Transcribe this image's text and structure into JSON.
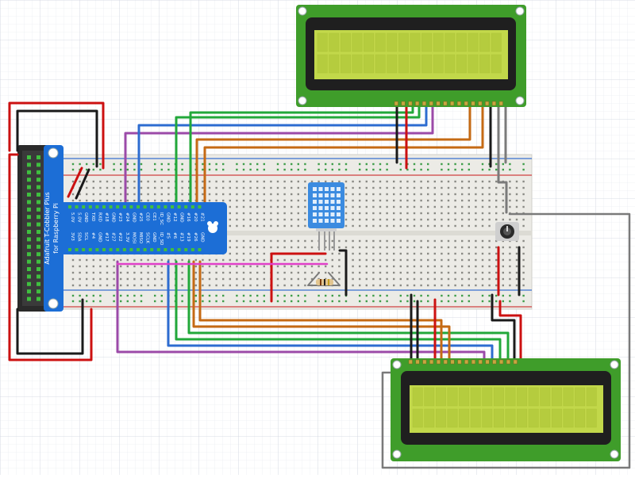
{
  "cobbler": {
    "title_line1": "Adafruit T-Cobbler Plus",
    "title_line2": "for Raspberry Pi",
    "pins_top": [
      "5.0V",
      "5.0V",
      "GND",
      "TXD",
      "RXD",
      "#18",
      "GND",
      "#23",
      "#24",
      "GND",
      "#25",
      "CE0",
      "CE1",
      "ID_SC",
      "GND",
      "#12",
      "GND",
      "#16",
      "#20",
      "#21"
    ],
    "pins_bottom": [
      "3V3",
      "SDA",
      "SCL",
      "#4",
      "GND",
      "#17",
      "#27",
      "#22",
      "3.3V",
      "MOSI",
      "MISO",
      "SCLK",
      "GND",
      "ID_SD",
      "#5",
      "#6",
      "#13",
      "#19",
      "#26",
      "GND"
    ]
  },
  "colors": {
    "background": "#ffffff",
    "grid": "#d9dde6",
    "breadboard": "#ecebe6",
    "cobbler_blue": "#1c6ed6",
    "lcd_board": "#3f9d2a",
    "lcd_screen": "#c2d84a",
    "wire_red": "#cc1010",
    "wire_black": "#1a1a1a",
    "wire_green": "#22a83a",
    "wire_blue": "#2d6cd0",
    "wire_purple": "#9b4aa8",
    "wire_orange": "#c56a14",
    "wire_gray": "#7a7a7a",
    "wire_pink": "#e040c8",
    "sensor_blue": "#3b8be0"
  }
}
